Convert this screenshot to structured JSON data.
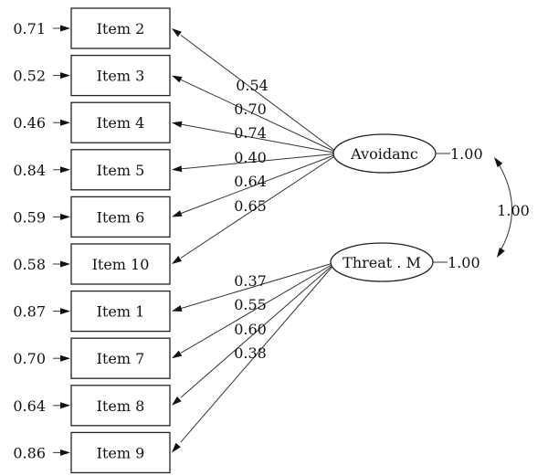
{
  "items": [
    {
      "label": "Item 2",
      "error": "0.71"
    },
    {
      "label": "Item 3",
      "error": "0.52"
    },
    {
      "label": "Item 4",
      "error": "0.46"
    },
    {
      "label": "Item 5",
      "error": "0.84"
    },
    {
      "label": "Item 6",
      "error": "0.59"
    },
    {
      "label": "Item 10",
      "error": "0.58"
    },
    {
      "label": "Item 1",
      "error": "0.87"
    },
    {
      "label": "Item 7",
      "error": "0.70"
    },
    {
      "label": "Item 8",
      "error": "0.64"
    },
    {
      "label": "Item 9",
      "error": "0.86"
    }
  ],
  "factors": [
    {
      "label": "Avoidanc",
      "variance": "1.00"
    },
    {
      "label": "Threat . M",
      "variance": "1.00"
    }
  ],
  "loadings": [
    {
      "factor": 0,
      "item": 0,
      "value": "0.54"
    },
    {
      "factor": 0,
      "item": 1,
      "value": "0.70"
    },
    {
      "factor": 0,
      "item": 2,
      "value": "0.74"
    },
    {
      "factor": 0,
      "item": 3,
      "value": "0.40"
    },
    {
      "factor": 0,
      "item": 4,
      "value": "0.64"
    },
    {
      "factor": 0,
      "item": 5,
      "value": "0.65"
    },
    {
      "factor": 1,
      "item": 6,
      "value": "0.37"
    },
    {
      "factor": 1,
      "item": 7,
      "value": "0.55"
    },
    {
      "factor": 1,
      "item": 8,
      "value": "0.60"
    },
    {
      "factor": 1,
      "item": 9,
      "value": "0.38"
    }
  ],
  "correlation": "1.00"
}
